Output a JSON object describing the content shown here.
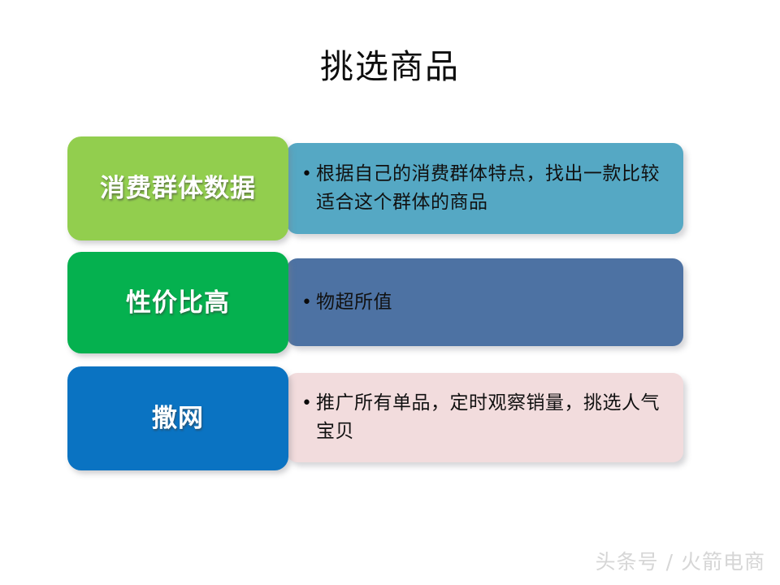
{
  "slide": {
    "title": "挑选商品",
    "background_color": "#ffffff",
    "watermark": "头条号 / 火箭电商"
  },
  "rows": [
    {
      "label": "消费群体数据",
      "label_color": "#92ce4e",
      "content": "根据自己的消费群体特点，找出一款比较适合这个群体的商品",
      "content_color": "#55a8c4",
      "bullet": "•"
    },
    {
      "label": "性价比高",
      "label_color": "#05b14f",
      "content": "物超所值",
      "content_color": "#4d72a3",
      "bullet": "•"
    },
    {
      "label": "撒网",
      "label_color": "#0a73c2",
      "content": "推广所有单品，定时观察销量，挑选人气宝贝",
      "content_color": "#f2dcdd",
      "bullet": "•"
    }
  ]
}
